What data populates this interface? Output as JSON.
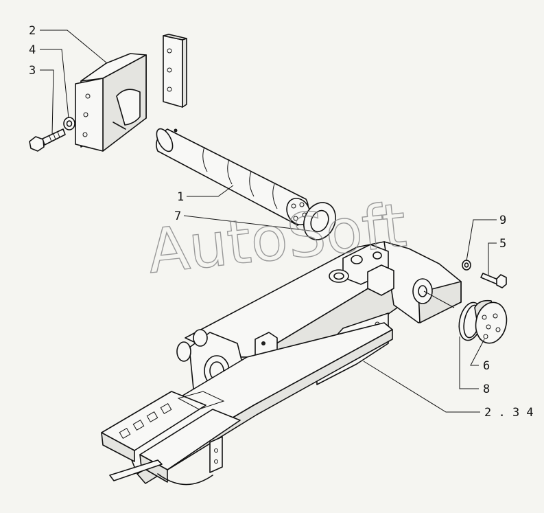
{
  "watermark": "AutoSoft",
  "callouts": {
    "c1": "1",
    "c2": "2",
    "c3": "3",
    "c4": "4",
    "c5": "5",
    "c6": "6",
    "c7": "7",
    "c8": "8",
    "c9": "9",
    "ref": "2 . 3 4"
  }
}
